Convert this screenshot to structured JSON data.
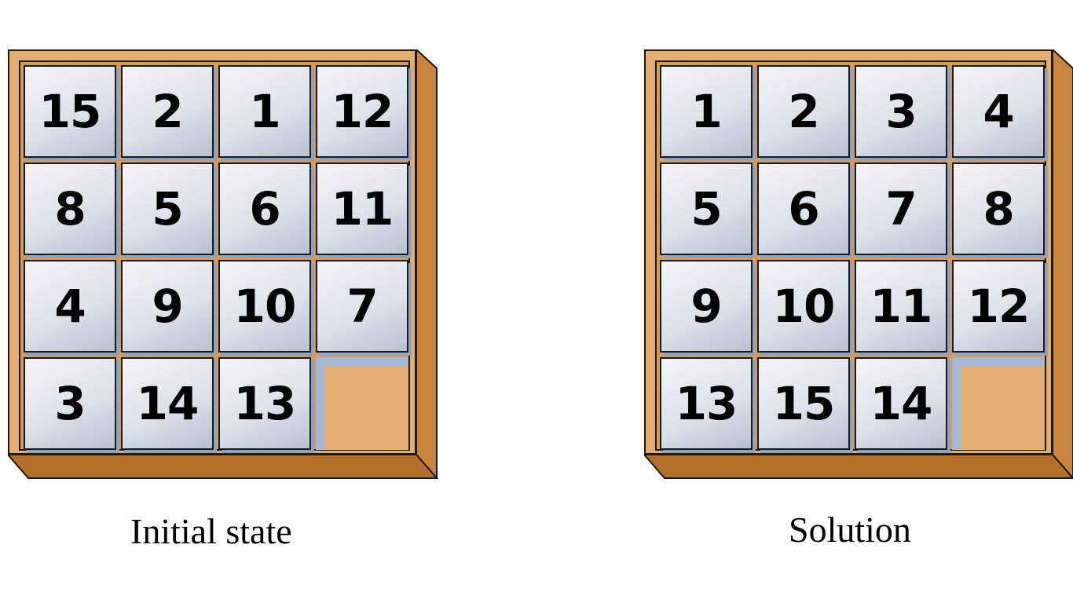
{
  "initial": {
    "caption": "Initial state",
    "rows": [
      [
        "15",
        "2",
        "1",
        "12"
      ],
      [
        "8",
        "5",
        "6",
        "11"
      ],
      [
        "4",
        "9",
        "10",
        "7"
      ],
      [
        "3",
        "14",
        "13",
        ""
      ]
    ]
  },
  "solution": {
    "caption": "Solution",
    "rows": [
      [
        "1",
        "2",
        "3",
        "4"
      ],
      [
        "5",
        "6",
        "7",
        "8"
      ],
      [
        "9",
        "10",
        "11",
        "12"
      ],
      [
        "13",
        "15",
        "14",
        ""
      ]
    ]
  },
  "colors": {
    "wood_light": "#e4ad72",
    "wood_dark": "#b46f2a",
    "tile_top": "#f2f4f8",
    "tile_bottom": "#b9c1d0",
    "tile_shadow": "#8fa2c0",
    "outline": "#1a1a1a"
  }
}
